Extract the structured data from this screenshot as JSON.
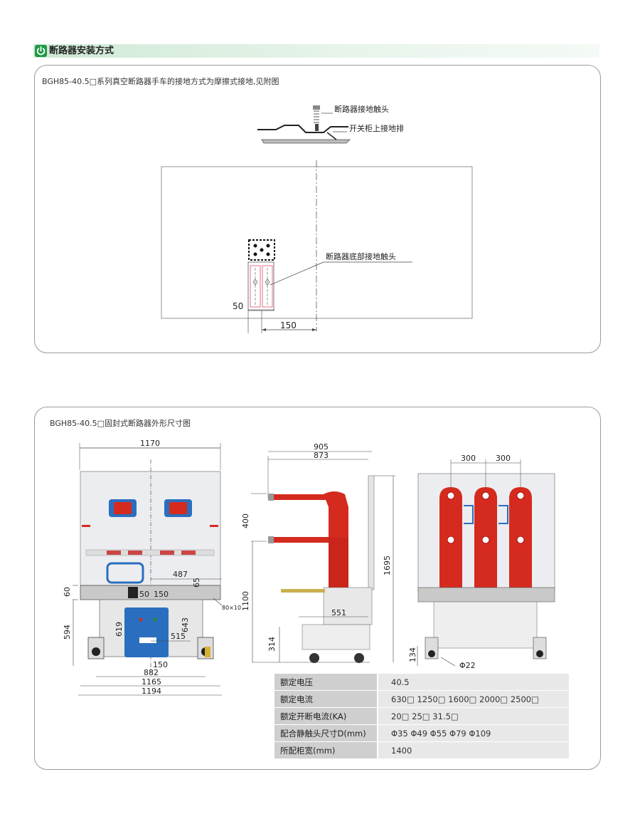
{
  "section": {
    "title": "断路器安装方式",
    "icon": "power-icon"
  },
  "panel1": {
    "caption": "BGH85-40.5□系列真空断路器手车的接地方式为摩擦式接地,见附图",
    "labels": {
      "ground_contact": "断路器接地触头",
      "cabinet_bar": "开关柜上接地排",
      "bottom_contact": "断路器底部接地触头"
    },
    "dims": {
      "d50": "50",
      "d150": "150"
    }
  },
  "panel2": {
    "caption": "BGH85-40.5□固封式断路器外形尺寸图",
    "front_dims": {
      "d1170": "1170",
      "d487": "487",
      "d50": "50",
      "d150a": "150",
      "d60": "60",
      "d65": "65",
      "d80x10": "80×10",
      "d594": "594",
      "d619": "619",
      "d643": "643",
      "d515": "515",
      "d150b": "150",
      "d882": "882",
      "d1165": "1165",
      "d1194": "1194"
    },
    "side_dims": {
      "d905": "905",
      "d873": "873",
      "d400": "400",
      "d1100": "1100",
      "d1695": "1695",
      "d551": "551",
      "d314": "314"
    },
    "back_dims": {
      "d300a": "300",
      "d300b": "300",
      "d134": "134",
      "phi22": "Φ22"
    }
  },
  "specs": [
    {
      "key": "额定电压",
      "value": "40.5"
    },
    {
      "key": "额定电流",
      "value": "630□  1250□  1600□  2000□  2500□"
    },
    {
      "key": "额定开断电流(KA)",
      "value": "20□  25□  31.5□"
    },
    {
      "key": "配合静触头尺寸D(mm)",
      "value": "Φ35  Φ49  Φ55  Φ79  Φ109"
    },
    {
      "key": "所配柜宽(mm)",
      "value": "1400"
    }
  ],
  "colors": {
    "accent_green": "#1d9a45",
    "insulator_red": "#d42b1e",
    "panel_blue": "#2a6fbf"
  }
}
